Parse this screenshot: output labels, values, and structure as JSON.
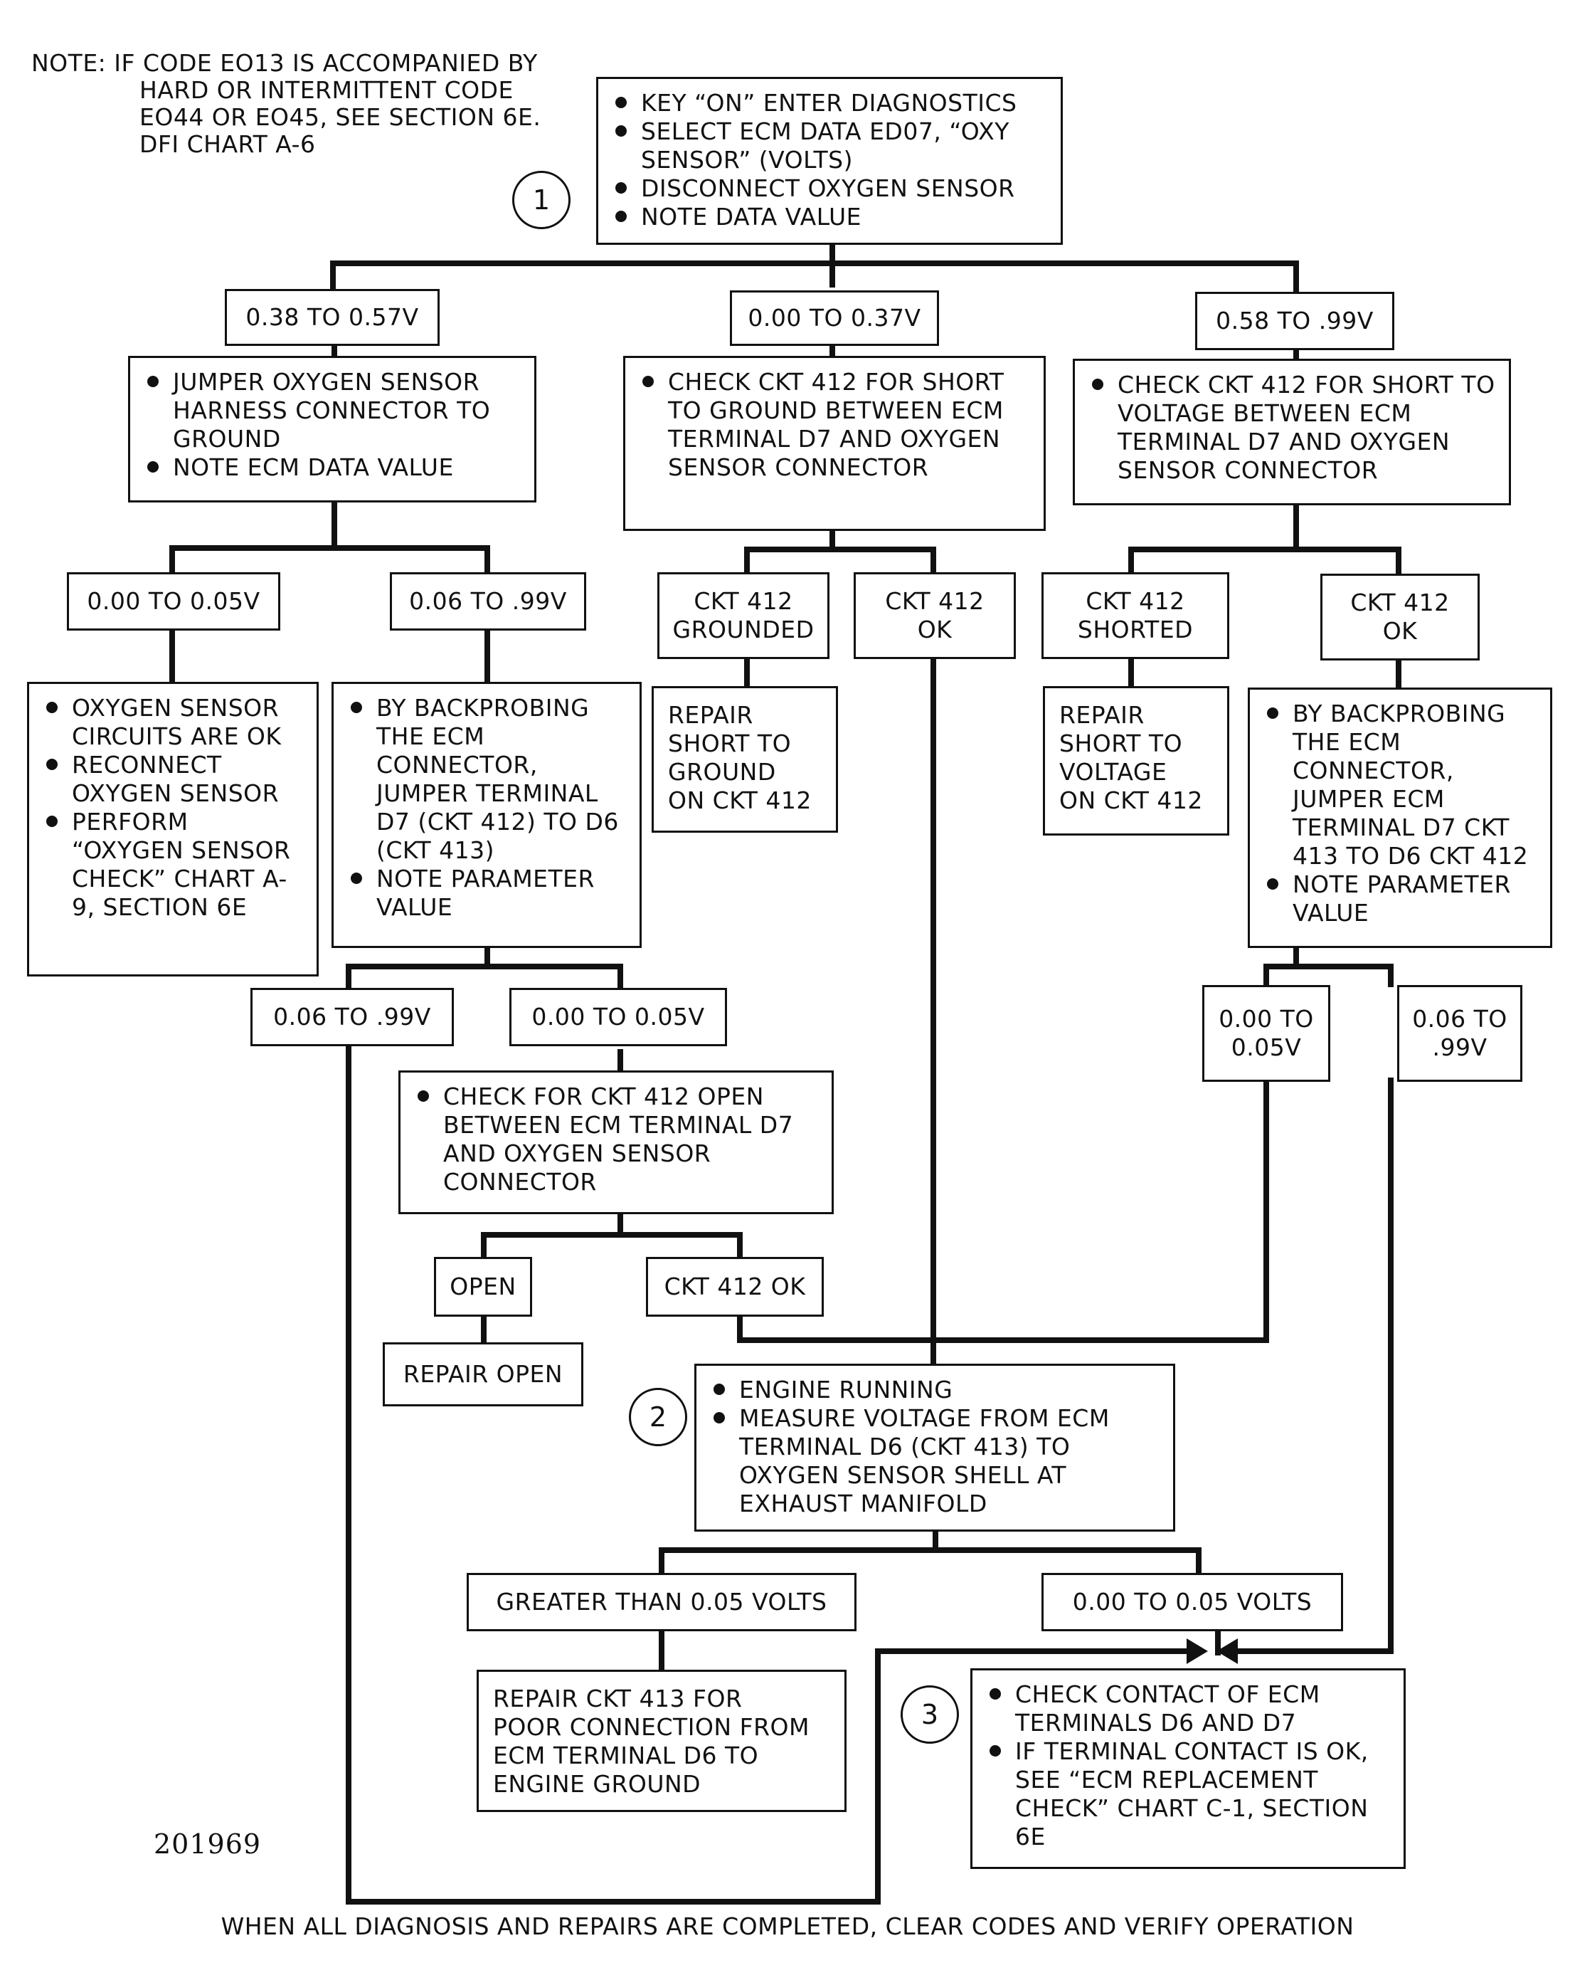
{
  "note": [
    "NOTE: IF CODE EO13 IS ACCOMPANIED BY",
    "HARD OR INTERMITTENT CODE",
    "EO44 OR EO45, SEE SECTION 6E.",
    "DFI CHART A-6"
  ],
  "steps": {
    "s1": "1",
    "s2": "2",
    "s3": "3"
  },
  "start": [
    "KEY “ON” ENTER DIAGNOSTICS",
    "SELECT ECM DATA ED07, “OXY SENSOR” (VOLTS)",
    "DISCONNECT OXYGEN SENSOR",
    "NOTE DATA VALUE"
  ],
  "level1": {
    "left_label": "0.38 TO 0.57V",
    "mid_label": "0.00 TO 0.37V",
    "right_label": "0.58 TO .99V",
    "left_action": [
      "JUMPER OXYGEN SENSOR HARNESS CONNECTOR TO GROUND",
      "NOTE ECM DATA VALUE"
    ],
    "mid_action": [
      "CHECK CKT 412 FOR SHORT TO GROUND BETWEEN ECM TERMINAL D7 AND OXYGEN SENSOR CONNECTOR"
    ],
    "right_action": [
      "CHECK CKT 412 FOR SHORT TO VOLTAGE BETWEEN ECM TERMINAL D7 AND OXYGEN SENSOR CONNECTOR"
    ]
  },
  "left_branch": {
    "low_label": "0.00 TO 0.05V",
    "high_label": "0.06 TO .99V",
    "low_action": [
      "OXYGEN SENSOR CIRCUITS ARE  OK",
      "RECONNECT OXYGEN SENSOR",
      "PERFORM “OXYGEN SENSOR CHECK” CHART A-9, SECTION 6E"
    ],
    "high_action": [
      "BY BACKPROBING THE ECM CONNECTOR, JUMPER TERMINAL D7 (CKT 412) TO D6 (CKT 413)",
      "NOTE PARAMETER VALUE"
    ],
    "sub_high_label": "0.06 TO .99V",
    "sub_low_label": "0.00 TO 0.05V",
    "open_check": [
      "CHECK FOR CKT 412  OPEN BETWEEN ECM TERMINAL D7 AND OXYGEN SENSOR CONNECTOR"
    ],
    "open_label": "OPEN",
    "ok_label": "CKT 412 OK",
    "repair_open": "REPAIR OPEN"
  },
  "mid_branch": {
    "grounded_label": [
      "CKT 412",
      "GROUNDED"
    ],
    "ok_label": [
      "CKT 412",
      "OK"
    ],
    "repair": [
      "REPAIR",
      "SHORT TO",
      "GROUND",
      "ON CKT 412"
    ]
  },
  "right_branch": {
    "shorted_label": [
      "CKT 412",
      "SHORTED"
    ],
    "ok_label": [
      "CKT 412",
      "OK"
    ],
    "repair": [
      "REPAIR",
      "SHORT TO",
      "VOLTAGE",
      "ON CKT 412"
    ],
    "backprobe": [
      "BY BACKPROBING THE ECM CONNECTOR, JUMPER ECM TERMINAL D7 CKT 413 TO D6 CKT 412",
      "NOTE PARAMETER VALUE"
    ],
    "low_label": [
      "0.00 TO",
      "0.05V"
    ],
    "high_label": [
      "0.06 TO",
      ".99V"
    ]
  },
  "step2": [
    "ENGINE RUNNING",
    "MEASURE VOLTAGE FROM ECM TERMINAL D6 (CKT 413) TO OXYGEN SENSOR SHELL AT EXHAUST MANIFOLD"
  ],
  "step2_high_label": "GREATER THAN 0.05 VOLTS",
  "step2_low_label": "0.00 TO 0.05 VOLTS",
  "repair_413": [
    "REPAIR CKT 413 FOR",
    "POOR CONNECTION FROM",
    "ECM TERMINAL D6 TO",
    "ENGINE GROUND"
  ],
  "step3": [
    "CHECK CONTACT OF ECM TERMINALS D6 AND D7",
    "IF TERMINAL CONTACT IS OK, SEE “ECM REPLACEMENT CHECK” CHART C-1, SECTION 6E"
  ],
  "figure_id": "201969",
  "footer": "WHEN ALL DIAGNOSIS AND REPAIRS ARE COMPLETED, CLEAR CODES AND VERIFY OPERATION"
}
